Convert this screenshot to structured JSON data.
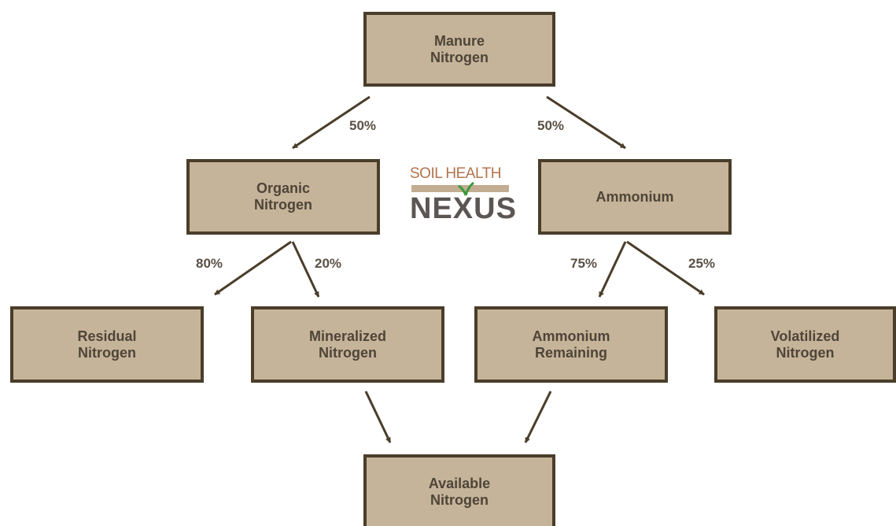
{
  "nodes": {
    "manure": "Manure\nNitrogen",
    "organic": "Organic\nNitrogen",
    "ammonium": "Ammonium",
    "residual": "Residual\nNitrogen",
    "mineralized": "Mineralized\nNitrogen",
    "ammonium_remaining": "Ammonium\nRemaining",
    "volatilized": "Volatilized\nNitrogen",
    "available": "Available\nNitrogen"
  },
  "edges": {
    "manure_to_organic": "50%",
    "manure_to_ammonium": "50%",
    "organic_to_residual": "80%",
    "organic_to_mineralized": "20%",
    "ammonium_to_remaining": "75%",
    "ammonium_to_volatilized": "25%"
  },
  "logo": {
    "line1": "SOIL HEALTH",
    "line2": "NEXUS"
  },
  "colors": {
    "box_fill": "#c6b49a",
    "box_border": "#4a3d2a",
    "arrow": "#4a3d2a",
    "label_text": "#5a5046",
    "logo_top": "#b2734c",
    "logo_bottom": "#5b5654",
    "logo_leaf": "#3a9a3a"
  }
}
